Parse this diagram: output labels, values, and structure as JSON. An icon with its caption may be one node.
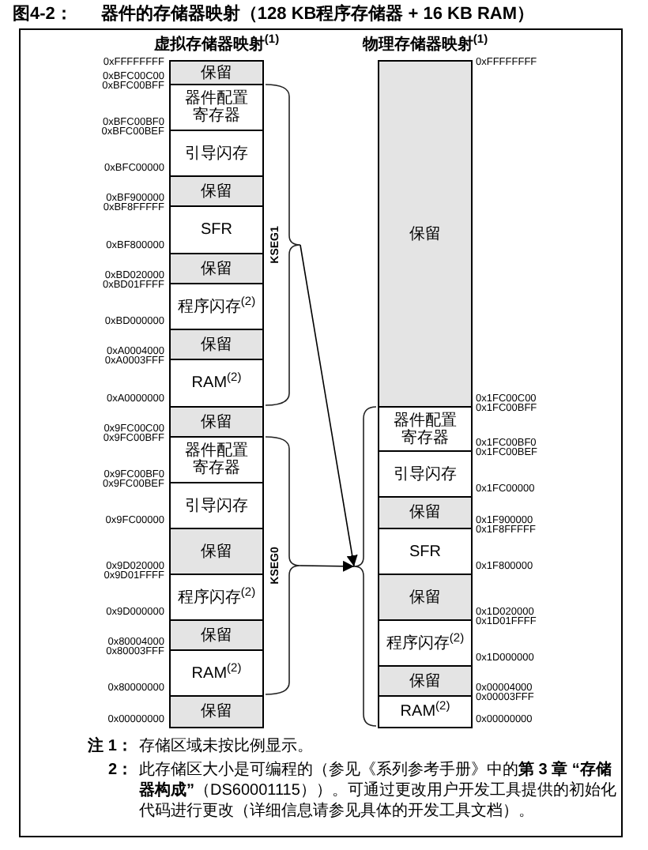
{
  "diagram": {
    "title": "器件的存储器映射（128 KB程序存储器 + 16 KB RAM）",
    "nodes": [
      {
        "text": [
          "保留"
        ],
        "beside": [
          "0xFFFFFFFF",
          "0xBFC00C00"
        ]
      },
      {
        "text": [
          "器件配置寄存器"
        ],
        "beside": [
          "0xBFC00BFF",
          "0xBFC00BF0"
        ]
      },
      {
        "text": [
          "引导闪存"
        ],
        "beside": [
          "0xBFC00BEF",
          "0xBFC00000"
        ]
      },
      {
        "text": [
          "保留"
        ],
        "beside": [
          "0xBF900000"
        ]
      },
      {
        "text": [
          "SFR"
        ],
        "beside": [
          "0xBF8FFFFF",
          "0xBF800000"
        ]
      },
      {
        "text": [
          "保留"
        ],
        "beside": [
          "0xBD020000"
        ]
      },
      {
        "text": [
          "程序闪存$^{(2)}$"
        ],
        "beside": [
          "0xBD01FFFF",
          "0xBD000000"
        ]
      },
      {
        "text": [
          "保留"
        ],
        "beside": [
          "0xA0004000"
        ]
      },
      {
        "text": [
          "RAM$^{(2)}$"
        ],
        "beside": [
          "0xA0003FFF",
          "0xA0000000"
        ]
      },
      {
        "text": [
          "保留"
        ],
        "beside": [
          "0x9FC00C00"
        ]
      },
      {
        "text": [
          "器件配置寄存器"
        ],
        "beside": [
          "0x9FC00BFF",
          "0x9FC00BF0"
        ]
      },
      {
        "text": [
          "引导闪存"
        ],
        "beside": [
          "0x9FC00BEF",
          "0x9FC00000"
        ]
      },
      {
        "text": [
          "保留"
        ],
        "beside": [
          "0x9D020000"
        ]
      },
      {
        "text": [
          "程序闪存$^{(2)}$"
        ],
        "beside": [
          "0x9D01FFFF",
          "0x9D000000"
        ]
      },
      {
        "text": [
          "保留"
        ],
        "beside": [
          "0x80004000"
        ]
      },
      {
        "text": [
          "RAM$^{(2)}$"
        ],
        "beside": [
          "0x80003FFF",
          "0x80000000"
        ]
      },
      {
        "text": [
          "保留"
        ],
        "beside": [
          "0x00000000"
        ]
      },
      {
        "text": [
          "KSEG1"
        ]
      },
      {
        "text": [
          "KSEG0"
        ]
      },
      {
        "text": [
          "保留"
        ],
        "beside": [
          "0xFFFFFFFF",
          "0x1FC00C00"
        ]
      },
      {
        "text": [
          "器件配置寄存器"
        ],
        "beside": [
          "0x1FC00BFF",
          "0x1FC00BF0"
        ]
      },
      {
        "text": [
          "引导闪存"
        ],
        "beside": [
          "0x1FC00BEF",
          "0x1FC00000"
        ]
      },
      {
        "text": [
          "保留"
        ],
        "beside": [
          "0x1F900000"
        ]
      },
      {
        "text": [
          "SFR"
        ],
        "beside": [
          "0x1F8FFFFF",
          "0x1F800000"
        ]
      },
      {
        "text": [
          "保留"
        ],
        "beside": [
          "0x1D020000"
        ]
      },
      {
        "text": [
          "程序闪存$^{(2)}$"
        ],
        "beside": [
          "0x1D01FFFF",
          "0x1D000000"
        ]
      },
      {
        "text": [
          "保留"
        ],
        "beside": [
          "0x00004000"
        ]
      },
      {
        "text": [
          "RAM$^{(2)}$"
        ],
        "beside": [
          "0x00003FFF",
          "0x00000000"
        ]
      },
      {
        "text": [],
        "shape": "brace"
      }
    ],
    "edges": [
      {
        "from": 17,
        "to": 28,
        "arrow": "to"
      },
      {
        "from": 18,
        "to": 28,
        "arrow": "to"
      }
    ],
    "labels": [
      "图4-2：",
      "虚拟存储器映射$^{(1)}$",
      "物理存储器映射$^{(1)}$",
      "注 1：",
      "存储区域未按比例显示。",
      "2：",
      "此存储区大小是可编程的（参见《系列参考手册》中的**第 3 章 “存储器构成”**（DS60001115））。可通过更改用户开发工具提供的初始化代码进行更改（详细信息请参见具体的开发工具文档）。"
    ]
  }
}
